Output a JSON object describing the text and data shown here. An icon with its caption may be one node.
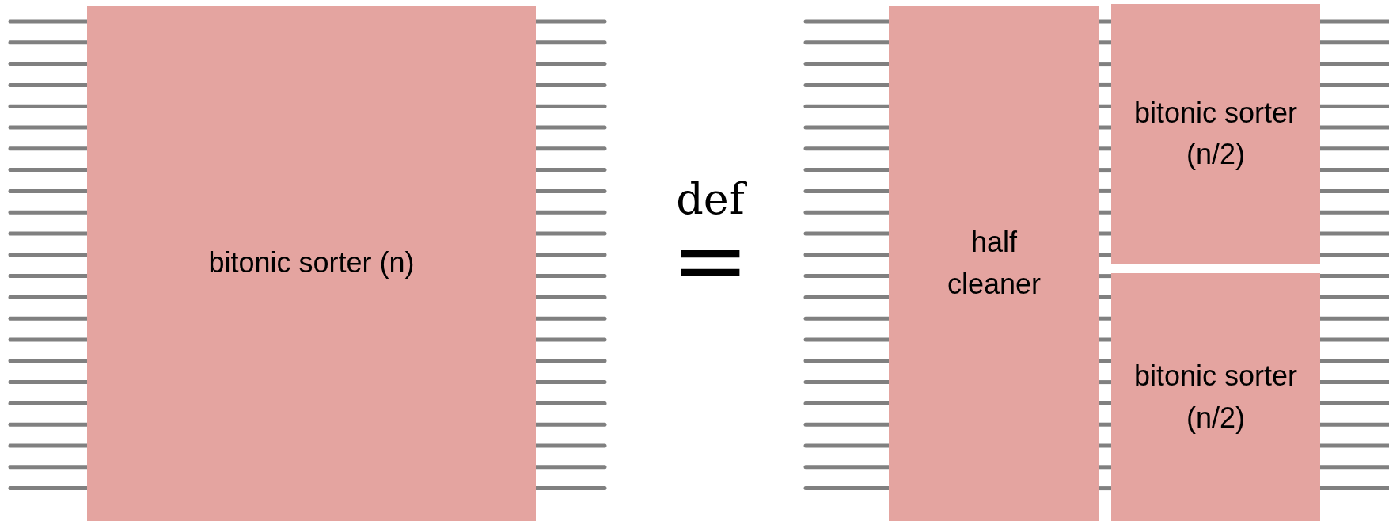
{
  "diagram": {
    "nodes": [
      {
        "text": [
          "bitonic sorter (n)"
        ]
      },
      {
        "text": [
          "half cleaner"
        ]
      },
      {
        "text": [
          "bitonic sorter (n/2)"
        ]
      },
      {
        "text": [
          "bitonic sorter (n/2)"
        ]
      }
    ],
    "edges": [
      {
        "from": null,
        "to": 0,
        "arrow": "none"
      },
      {
        "from": null,
        "to": 0,
        "arrow": "none"
      },
      {
        "from": null,
        "to": 0,
        "arrow": "none"
      },
      {
        "from": null,
        "to": 0,
        "arrow": "none"
      },
      {
        "from": null,
        "to": 0,
        "arrow": "none"
      },
      {
        "from": null,
        "to": 0,
        "arrow": "none"
      },
      {
        "from": null,
        "to": 0,
        "arrow": "none"
      },
      {
        "from": null,
        "to": 0,
        "arrow": "none"
      },
      {
        "from": null,
        "to": 0,
        "arrow": "none"
      },
      {
        "from": null,
        "to": 0,
        "arrow": "none"
      },
      {
        "from": null,
        "to": 0,
        "arrow": "none"
      },
      {
        "from": null,
        "to": 0,
        "arrow": "none"
      },
      {
        "from": null,
        "to": 0,
        "arrow": "none"
      },
      {
        "from": null,
        "to": 0,
        "arrow": "none"
      },
      {
        "from": null,
        "to": 0,
        "arrow": "none"
      },
      {
        "from": null,
        "to": 0,
        "arrow": "none"
      },
      {
        "from": null,
        "to": 0,
        "arrow": "none"
      },
      {
        "from": null,
        "to": 0,
        "arrow": "none"
      },
      {
        "from": null,
        "to": 0,
        "arrow": "none"
      },
      {
        "from": null,
        "to": 0,
        "arrow": "none"
      },
      {
        "from": null,
        "to": 0,
        "arrow": "none"
      },
      {
        "from": null,
        "to": 0,
        "arrow": "none"
      },
      {
        "from": null,
        "to": 0,
        "arrow": "none"
      },
      {
        "from": 0,
        "to": null,
        "arrow": "none"
      },
      {
        "from": 0,
        "to": null,
        "arrow": "none"
      },
      {
        "from": 0,
        "to": null,
        "arrow": "none"
      },
      {
        "from": 0,
        "to": null,
        "arrow": "none"
      },
      {
        "from": 0,
        "to": null,
        "arrow": "none"
      },
      {
        "from": 0,
        "to": null,
        "arrow": "none"
      },
      {
        "from": 0,
        "to": null,
        "arrow": "none"
      },
      {
        "from": 0,
        "to": null,
        "arrow": "none"
      },
      {
        "from": 0,
        "to": null,
        "arrow": "none"
      },
      {
        "from": 0,
        "to": null,
        "arrow": "none"
      },
      {
        "from": 0,
        "to": null,
        "arrow": "none"
      },
      {
        "from": 0,
        "to": null,
        "arrow": "none"
      },
      {
        "from": 0,
        "to": null,
        "arrow": "none"
      },
      {
        "from": 0,
        "to": null,
        "arrow": "none"
      },
      {
        "from": 0,
        "to": null,
        "arrow": "none"
      },
      {
        "from": 0,
        "to": null,
        "arrow": "none"
      },
      {
        "from": 0,
        "to": null,
        "arrow": "none"
      },
      {
        "from": 0,
        "to": null,
        "arrow": "none"
      },
      {
        "from": 0,
        "to": null,
        "arrow": "none"
      },
      {
        "from": 0,
        "to": null,
        "arrow": "none"
      },
      {
        "from": 0,
        "to": null,
        "arrow": "none"
      },
      {
        "from": 0,
        "to": null,
        "arrow": "none"
      },
      {
        "from": 0,
        "to": null,
        "arrow": "none"
      },
      {
        "from": null,
        "to": 1,
        "arrow": "none"
      },
      {
        "from": null,
        "to": 1,
        "arrow": "none"
      },
      {
        "from": null,
        "to": 1,
        "arrow": "none"
      },
      {
        "from": null,
        "to": 1,
        "arrow": "none"
      },
      {
        "from": null,
        "to": 1,
        "arrow": "none"
      },
      {
        "from": null,
        "to": 1,
        "arrow": "none"
      },
      {
        "from": null,
        "to": 1,
        "arrow": "none"
      },
      {
        "from": null,
        "to": 1,
        "arrow": "none"
      },
      {
        "from": null,
        "to": 1,
        "arrow": "none"
      },
      {
        "from": null,
        "to": 1,
        "arrow": "none"
      },
      {
        "from": null,
        "to": 1,
        "arrow": "none"
      },
      {
        "from": null,
        "to": 1,
        "arrow": "none"
      },
      {
        "from": null,
        "to": 1,
        "arrow": "none"
      },
      {
        "from": null,
        "to": 1,
        "arrow": "none"
      },
      {
        "from": null,
        "to": 1,
        "arrow": "none"
      },
      {
        "from": null,
        "to": 1,
        "arrow": "none"
      },
      {
        "from": null,
        "to": 1,
        "arrow": "none"
      },
      {
        "from": null,
        "to": 1,
        "arrow": "none"
      },
      {
        "from": null,
        "to": 1,
        "arrow": "none"
      },
      {
        "from": null,
        "to": 1,
        "arrow": "none"
      },
      {
        "from": null,
        "to": 1,
        "arrow": "none"
      },
      {
        "from": null,
        "to": 1,
        "arrow": "none"
      },
      {
        "from": null,
        "to": 1,
        "arrow": "none"
      },
      {
        "from": 1,
        "to": 2,
        "arrow": "none"
      },
      {
        "from": 1,
        "to": 2,
        "arrow": "none"
      },
      {
        "from": 1,
        "to": 2,
        "arrow": "none"
      },
      {
        "from": 1,
        "to": 2,
        "arrow": "none"
      },
      {
        "from": 1,
        "to": 2,
        "arrow": "none"
      },
      {
        "from": 1,
        "to": 2,
        "arrow": "none"
      },
      {
        "from": 1,
        "to": 2,
        "arrow": "none"
      },
      {
        "from": 1,
        "to": 2,
        "arrow": "none"
      },
      {
        "from": 1,
        "to": 2,
        "arrow": "none"
      },
      {
        "from": 1,
        "to": 2,
        "arrow": "none"
      },
      {
        "from": 1,
        "to": 2,
        "arrow": "none"
      },
      {
        "from": 1,
        "to": 2,
        "arrow": "none"
      },
      {
        "from": 1,
        "to": 3,
        "arrow": "none"
      },
      {
        "from": 1,
        "to": 3,
        "arrow": "none"
      },
      {
        "from": 1,
        "to": 3,
        "arrow": "none"
      },
      {
        "from": 1,
        "to": 3,
        "arrow": "none"
      },
      {
        "from": 1,
        "to": 3,
        "arrow": "none"
      },
      {
        "from": 1,
        "to": 3,
        "arrow": "none"
      },
      {
        "from": 1,
        "to": 3,
        "arrow": "none"
      },
      {
        "from": 1,
        "to": 3,
        "arrow": "none"
      },
      {
        "from": 1,
        "to": 3,
        "arrow": "none"
      },
      {
        "from": 1,
        "to": 3,
        "arrow": "none"
      },
      {
        "from": 1,
        "to": 3,
        "arrow": "none"
      },
      {
        "from": 2,
        "to": null,
        "arrow": "none"
      },
      {
        "from": 2,
        "to": null,
        "arrow": "none"
      },
      {
        "from": 2,
        "to": null,
        "arrow": "none"
      },
      {
        "from": 2,
        "to": null,
        "arrow": "none"
      },
      {
        "from": 2,
        "to": null,
        "arrow": "none"
      },
      {
        "from": 2,
        "to": null,
        "arrow": "none"
      },
      {
        "from": 2,
        "to": null,
        "arrow": "none"
      },
      {
        "from": 2,
        "to": null,
        "arrow": "none"
      },
      {
        "from": 2,
        "to": null,
        "arrow": "none"
      },
      {
        "from": 2,
        "to": null,
        "arrow": "none"
      },
      {
        "from": 2,
        "to": null,
        "arrow": "none"
      },
      {
        "from": 2,
        "to": null,
        "arrow": "none"
      },
      {
        "from": 3,
        "to": null,
        "arrow": "none"
      },
      {
        "from": 3,
        "to": null,
        "arrow": "none"
      },
      {
        "from": 3,
        "to": null,
        "arrow": "none"
      },
      {
        "from": 3,
        "to": null,
        "arrow": "none"
      },
      {
        "from": 3,
        "to": null,
        "arrow": "none"
      },
      {
        "from": 3,
        "to": null,
        "arrow": "none"
      },
      {
        "from": 3,
        "to": null,
        "arrow": "none"
      },
      {
        "from": 3,
        "to": null,
        "arrow": "none"
      },
      {
        "from": 3,
        "to": null,
        "arrow": "none"
      },
      {
        "from": 3,
        "to": null,
        "arrow": "none"
      },
      {
        "from": 3,
        "to": null,
        "arrow": "none"
      }
    ],
    "labels": [
      "def",
      "="
    ]
  }
}
